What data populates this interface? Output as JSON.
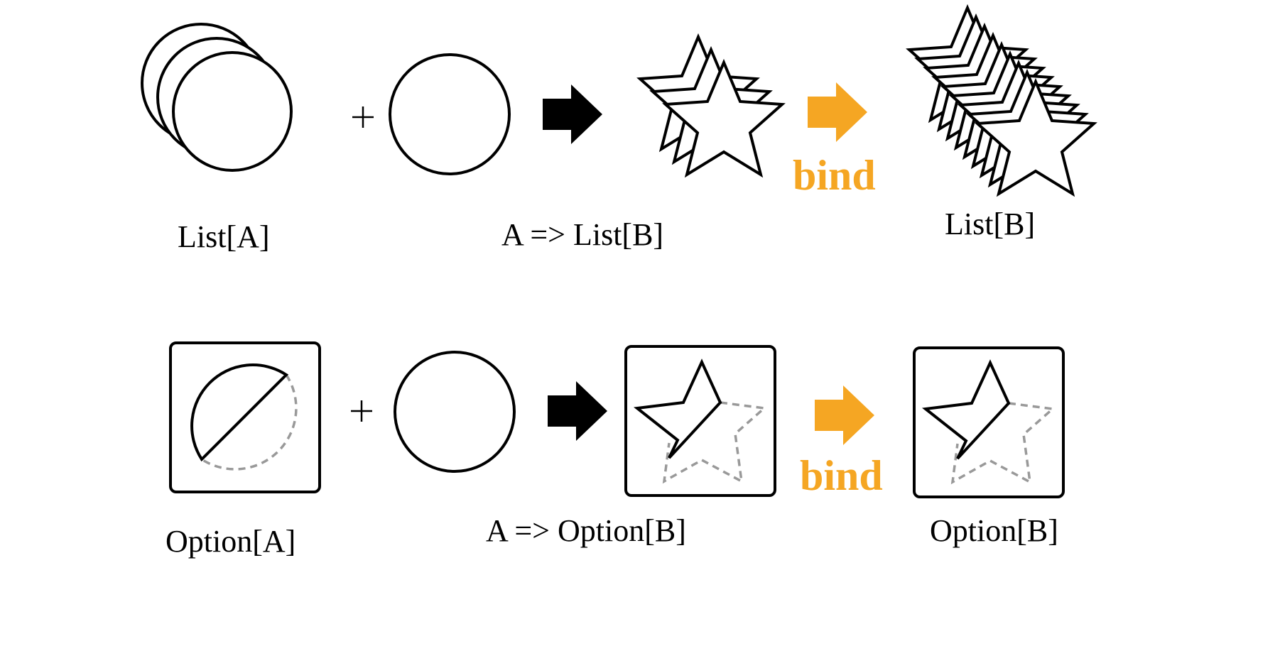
{
  "colors": {
    "bind_accent": "#F5A623",
    "arrow_black": "#000000",
    "missing_part": "#999999"
  },
  "top_row": {
    "input_label": "List[A]",
    "function_label": "A => List[B]",
    "bind_label": "bind",
    "output_label": "List[B]"
  },
  "bottom_row": {
    "input_label": "Option[A]",
    "function_label": "A => Option[B]",
    "bind_label": "bind",
    "output_label": "Option[B]"
  },
  "icons": {
    "input_list": "stacked-circles-icon",
    "function_input": "circle-icon",
    "map_arrow": "black-arrow-icon",
    "bind_arrow": "orange-arrow-icon",
    "nested_list": "stacked-stars-icon",
    "flat_list": "many-stacked-stars-icon",
    "option_input": "half-circle-box-icon",
    "option_output": "half-star-box-icon"
  }
}
